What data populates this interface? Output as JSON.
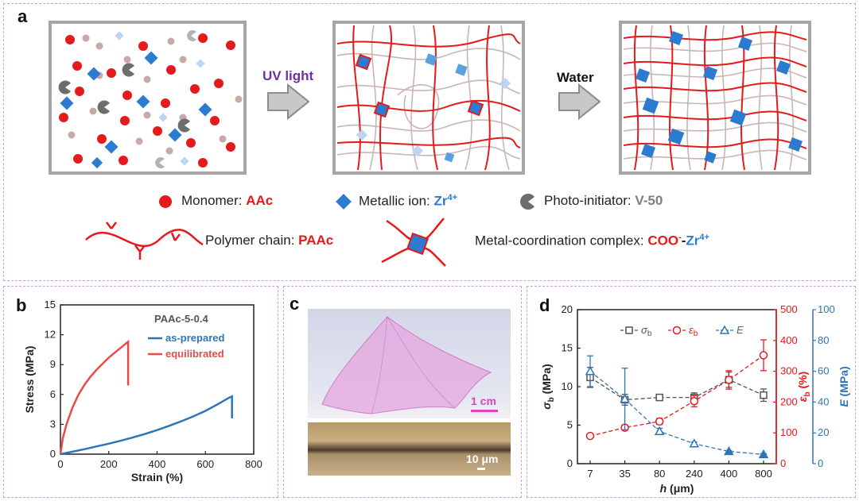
{
  "panel_a": {
    "label": "a",
    "arrow1_label": "UV light",
    "arrow2_label": "Water",
    "legend": {
      "monomer_prefix": "Monomer: ",
      "monomer_name": "AAc",
      "ion_prefix": "Metallic ion: ",
      "ion_name": "Zr",
      "ion_charge": "4+",
      "initiator_prefix": "Photo-initiator: ",
      "initiator_name": "V-50",
      "polymer_prefix": "Polymer chain: ",
      "polymer_name": "PAAc",
      "complex_prefix": "Metal-coordination complex: ",
      "complex_name_a": "COO",
      "complex_charge_a": "-",
      "complex_sep": "-",
      "complex_name_b": "Zr",
      "complex_charge_b": "4+"
    },
    "colors": {
      "red": "#e41a1c",
      "blue": "#2b7bd1",
      "grey": "#7f7f7f",
      "purple": "#7030a0"
    }
  },
  "panel_b": {
    "label": "b",
    "chart_data": {
      "type": "line",
      "title": "PAAc-5-0.4",
      "xlabel": "Strain (%)",
      "ylabel": "Stress (MPa)",
      "xlim": [
        0,
        800
      ],
      "ylim": [
        0,
        15
      ],
      "xticks": [
        "0",
        "200",
        "400",
        "600",
        "800"
      ],
      "yticks": [
        "0",
        "3",
        "6",
        "9",
        "12",
        "15"
      ],
      "series": [
        {
          "name": "as-prepared",
          "color": "#2e75b6",
          "x": [
            0,
            50,
            100,
            150,
            200,
            250,
            300,
            350,
            400,
            450,
            500,
            550,
            600,
            650,
            700,
            710,
            710
          ],
          "y": [
            0,
            0.25,
            0.5,
            0.78,
            1.05,
            1.35,
            1.68,
            2.03,
            2.42,
            2.85,
            3.3,
            3.8,
            4.35,
            5.0,
            5.7,
            5.8,
            3.6
          ]
        },
        {
          "name": "equilibrated",
          "color": "#e84b4b",
          "x": [
            0,
            10,
            25,
            50,
            75,
            100,
            125,
            150,
            175,
            200,
            225,
            250,
            280,
            280
          ],
          "y": [
            0,
            1.6,
            3.0,
            4.7,
            6.0,
            7.0,
            7.8,
            8.5,
            9.1,
            9.7,
            10.2,
            10.7,
            11.3,
            6.9
          ]
        }
      ],
      "legend_position": "top-right"
    }
  },
  "panel_c": {
    "label": "c",
    "scale_top": "1 cm",
    "scale_bottom": "10 μm"
  },
  "panel_d": {
    "label": "d",
    "chart_data": {
      "type": "line",
      "categories": [
        "7",
        "35",
        "80",
        "240",
        "400",
        "800"
      ],
      "xlabel_italic": "h",
      "xlabel_unit": " (μm)",
      "left_axis": {
        "label": "(MPa)",
        "symbol": "σ",
        "sub": "b",
        "ylim": [
          0,
          20
        ],
        "ticks": [
          "0",
          "5",
          "10",
          "15",
          "20"
        ],
        "color": "#222222"
      },
      "right_axis_1": {
        "label": "(%)",
        "symbol": "ε",
        "sub": "b",
        "ylim": [
          0,
          500
        ],
        "ticks": [
          "0",
          "100",
          "200",
          "300",
          "400",
          "500"
        ],
        "color": "#e41a1c"
      },
      "right_axis_2": {
        "label": "(MPa)",
        "symbol": "E",
        "ylim": [
          0,
          100
        ],
        "ticks": [
          "0",
          "20",
          "40",
          "60",
          "80",
          "100"
        ],
        "color": "#2e75b6"
      },
      "series": [
        {
          "name": "σb",
          "axis": "left",
          "color": "#555555",
          "marker": "square",
          "values": [
            11.2,
            8.3,
            8.6,
            8.6,
            10.9,
            8.9
          ],
          "errors": [
            1.3,
            0.7,
            0.2,
            0.6,
            1.0,
            0.8
          ]
        },
        {
          "name": "εb",
          "axis": "right_1",
          "color": "#e41a1c",
          "marker": "circle",
          "values": [
            90,
            117,
            137,
            203,
            272,
            352
          ],
          "errors": [
            5,
            8,
            10,
            18,
            30,
            50
          ]
        },
        {
          "name": "E",
          "axis": "right_2",
          "color": "#2e75b6",
          "marker": "triangle",
          "values": [
            60,
            42,
            21,
            13,
            8,
            6
          ],
          "errors": [
            10,
            20,
            2,
            1,
            0.5,
            0.5
          ]
        }
      ],
      "legend": {
        "s1": "σ",
        "s1_sub": "b",
        "s2": "ε",
        "s2_sub": "b",
        "s3": "E"
      }
    }
  }
}
